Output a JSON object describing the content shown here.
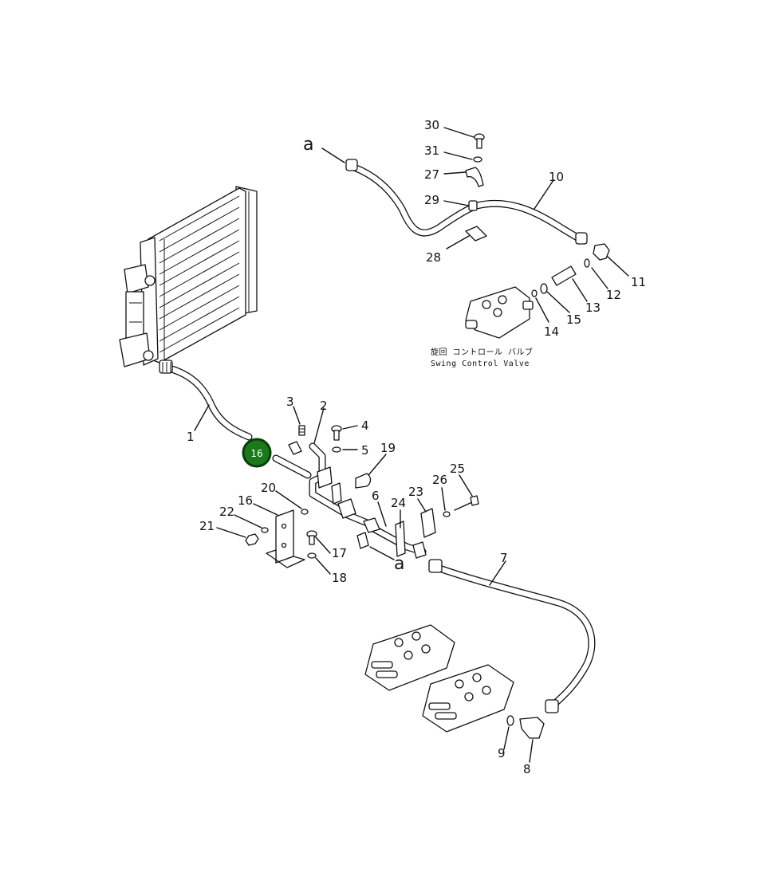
{
  "callouts": {
    "c1": "1",
    "c2": "2",
    "c3": "3",
    "c4": "4",
    "c5": "5",
    "c6": "6",
    "c7": "7",
    "c8": "8",
    "c9": "9",
    "c10": "10",
    "c11": "11",
    "c12": "12",
    "c13": "13",
    "c14": "14",
    "c15": "15",
    "c16": "16",
    "c17": "17",
    "c18": "18",
    "c19": "19",
    "c20": "20",
    "c21": "21",
    "c22": "22",
    "c23": "23",
    "c24": "24",
    "c25": "25",
    "c26": "26",
    "c27": "27",
    "c28": "28",
    "c29": "29",
    "c30": "30",
    "c31": "31"
  },
  "connector_refs": {
    "upper": "a",
    "lower": "a"
  },
  "caption": {
    "japanese": "旋回 コントロール バルブ",
    "english": "Swing Control Valve"
  },
  "highlight_marker": {
    "label": "16",
    "color": "#1a7a1a"
  }
}
